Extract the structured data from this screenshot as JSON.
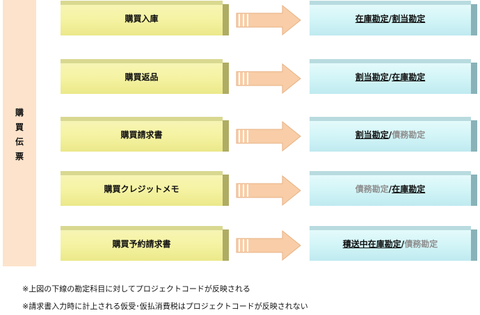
{
  "side_label": [
    "購",
    "買",
    "伝",
    "票"
  ],
  "rows": [
    {
      "left": "購買入庫",
      "right": [
        {
          "text": "在庫勘定",
          "style": "u"
        },
        {
          "text": "/",
          "style": "sep"
        },
        {
          "text": "割当勘定",
          "style": "u"
        }
      ]
    },
    {
      "left": "購買返品",
      "right": [
        {
          "text": "割当勘定",
          "style": "u"
        },
        {
          "text": "/",
          "style": "sep"
        },
        {
          "text": "在庫勘定",
          "style": "u"
        }
      ]
    },
    {
      "left": "購買請求書",
      "right": [
        {
          "text": "割当勘定",
          "style": "u"
        },
        {
          "text": "/",
          "style": "sep"
        },
        {
          "text": "債務勘定",
          "style": "g"
        }
      ]
    },
    {
      "left": "購買クレジットメモ",
      "right": [
        {
          "text": "債務勘定",
          "style": "g"
        },
        {
          "text": "/",
          "style": "sep"
        },
        {
          "text": "在庫勘定",
          "style": "u"
        }
      ]
    },
    {
      "left": "購買予約請求書",
      "right": [
        {
          "text": "積送中在庫勘定",
          "style": "u"
        },
        {
          "text": "/",
          "style": "sep"
        },
        {
          "text": "債務勘定",
          "style": "g"
        }
      ]
    }
  ],
  "notes": [
    "※上図の下線の勘定科目に対してプロジェクトコードが反映される",
    "※請求書入力時に計上される仮受･仮払消費税はプロジェクトコードが反映されない"
  ],
  "colors": {
    "side": "#fde3cb",
    "left_box": "#f5f3a2",
    "right_box": "#d2f5f7",
    "arrow": "#f8cda7",
    "muted_text": "#8f8f8f"
  }
}
